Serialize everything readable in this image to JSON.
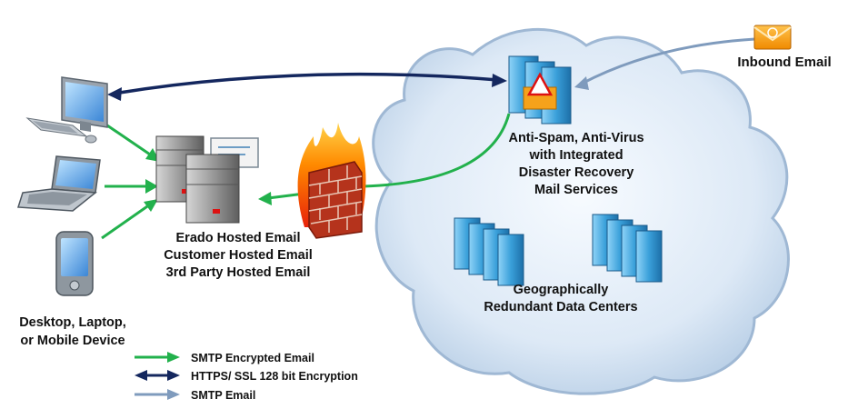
{
  "labels": {
    "inbound": "Inbound Email",
    "antispam": [
      "Anti-Spam, Anti-Virus",
      "with Integrated",
      "Disaster Recovery",
      "Mail Services"
    ],
    "hosted": [
      "Erado Hosted Email",
      "Customer Hosted Email",
      "3rd Party Hosted Email"
    ],
    "devices": [
      "Desktop, Laptop,",
      "or Mobile Device"
    ],
    "datacenters": [
      "Geographically",
      "Redundant Data Centers"
    ]
  },
  "legend": [
    {
      "label": "SMTP Encrypted Email",
      "color": "#22b14c",
      "style": "single"
    },
    {
      "label": "HTTPS/ SSL 128 bit Encryption",
      "color": "#14275e",
      "style": "double"
    },
    {
      "label": "SMTP Email",
      "color": "#7f9bbd",
      "style": "single"
    }
  ],
  "colors": {
    "green": "#22b14c",
    "navy": "#14275e",
    "steel": "#7f9bbd",
    "cloud": "#e3eef9",
    "server_blue": "#3a9fd6"
  }
}
